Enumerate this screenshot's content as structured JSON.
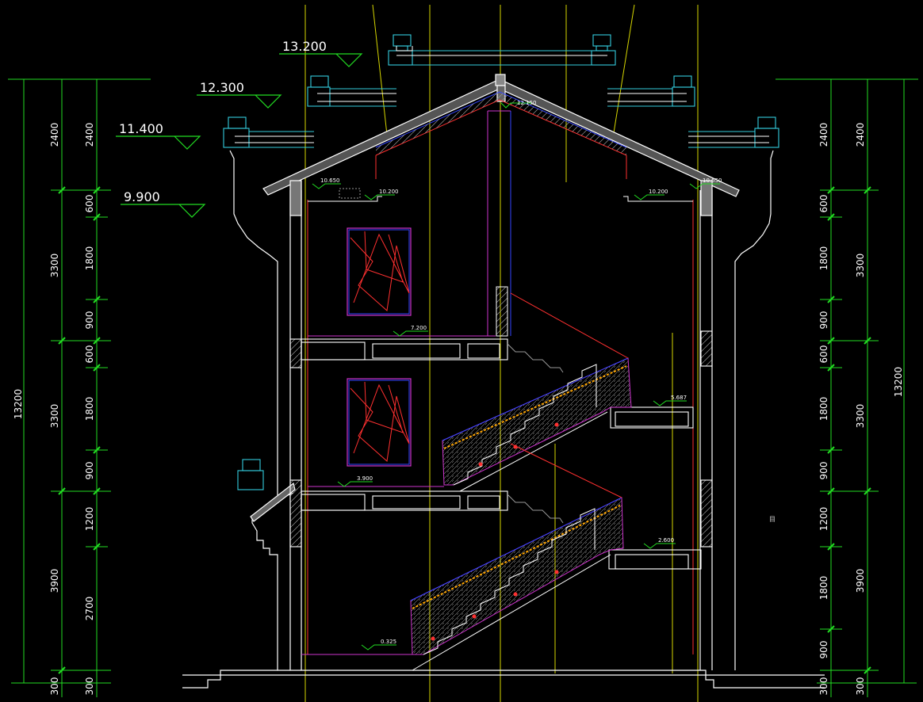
{
  "colors": {
    "background": "#000000",
    "dimension": "#22dd22",
    "outline": "#ffffff",
    "detail_cyan": "#33ccdd",
    "hatch_red": "#ff3030",
    "guide_yellow": "#d6d600",
    "panel_magenta": "#cc33cc",
    "blue_line": "#3344ff"
  },
  "elevations": {
    "e13200": "13.200",
    "e12300": "12.300",
    "e11400": "11.400",
    "e9900": "9.900"
  },
  "level_marks": {
    "ridge": "12.150",
    "eave_left": "10.650",
    "eave_right": "10.650",
    "ceiling_left": "10.200",
    "ceiling_right": "10.200",
    "floor3": "7.200",
    "landing_upper": "5.687",
    "floor2": "3.900",
    "landing_lower": "2.600",
    "ground": "0.325"
  },
  "dims": {
    "total": "13200",
    "outer": [
      "300",
      "3900",
      "3300",
      "3300",
      "2400"
    ],
    "inner_left": [
      "300",
      "2700",
      "1200",
      "900",
      "1800",
      "600",
      "900",
      "1800",
      "600",
      "2400"
    ],
    "inner_right": [
      "300",
      "900",
      "1800",
      "1200",
      "900",
      "1800",
      "600",
      "900",
      "1800",
      "600",
      "2400"
    ]
  },
  "markers": {
    "small_box": "目"
  }
}
